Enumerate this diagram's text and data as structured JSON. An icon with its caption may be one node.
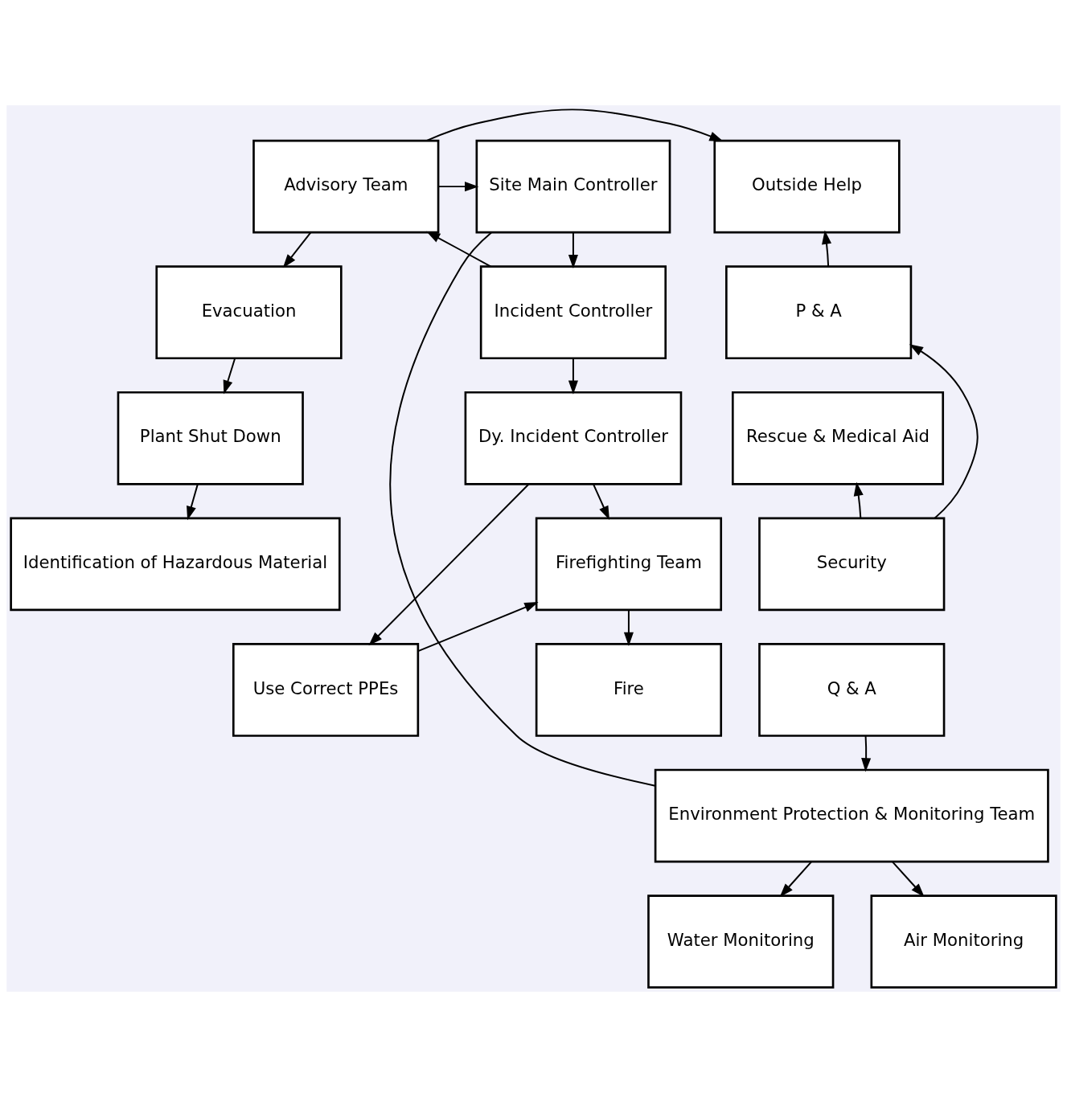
{
  "diagram": {
    "nodes": [
      {
        "text": [
          "Site Main Controller"
        ]
      },
      {
        "text": [
          "Advisory Team"
        ]
      },
      {
        "text": [
          "Outside Help"
        ]
      },
      {
        "text": [
          "Incident Controller"
        ]
      },
      {
        "text": [
          "Evacuation"
        ]
      },
      {
        "text": [
          "P & A"
        ]
      },
      {
        "text": [
          "Dy. Incident Controller"
        ]
      },
      {
        "text": [
          "Plant Shut Down"
        ]
      },
      {
        "text": [
          "Rescue & Medical Aid"
        ]
      },
      {
        "text": [
          "Firefighting Team"
        ]
      },
      {
        "text": [
          "Identification of Hazardous Material"
        ]
      },
      {
        "text": [
          "Security"
        ]
      },
      {
        "text": [
          "Fire"
        ]
      },
      {
        "text": [
          "Use Correct PPEs"
        ]
      },
      {
        "text": [
          "Q & A"
        ]
      },
      {
        "text": [
          "Environment Protection & Monitoring Team"
        ]
      },
      {
        "text": [
          "Water Monitoring"
        ]
      },
      {
        "text": [
          "Air Monitoring"
        ]
      }
    ],
    "edges": [
      {
        "from": 1,
        "to": 0,
        "arrow": "to"
      },
      {
        "from": 1,
        "to": 2,
        "arrow": "to"
      },
      {
        "from": 0,
        "to": 3,
        "arrow": "to"
      },
      {
        "from": 3,
        "to": 1,
        "arrow": "to"
      },
      {
        "from": 1,
        "to": 4,
        "arrow": "to"
      },
      {
        "from": 4,
        "to": 7,
        "arrow": "to"
      },
      {
        "from": 7,
        "to": 10,
        "arrow": "to"
      },
      {
        "from": 3,
        "to": 6,
        "arrow": "to"
      },
      {
        "from": 6,
        "to": 9,
        "arrow": "to"
      },
      {
        "from": 9,
        "to": 12,
        "arrow": "to"
      },
      {
        "from": 6,
        "to": 13,
        "arrow": "to"
      },
      {
        "from": 13,
        "to": 9,
        "arrow": "to"
      },
      {
        "from": 5,
        "to": 2,
        "arrow": "to"
      },
      {
        "from": 11,
        "to": 8,
        "arrow": "to"
      },
      {
        "from": 11,
        "to": 5,
        "arrow": "to"
      },
      {
        "from": 14,
        "to": 15,
        "arrow": "to"
      },
      {
        "from": 0,
        "to": 15,
        "arrow": "none"
      },
      {
        "from": 15,
        "to": 16,
        "arrow": "to"
      },
      {
        "from": 15,
        "to": 17,
        "arrow": "to"
      }
    ]
  }
}
